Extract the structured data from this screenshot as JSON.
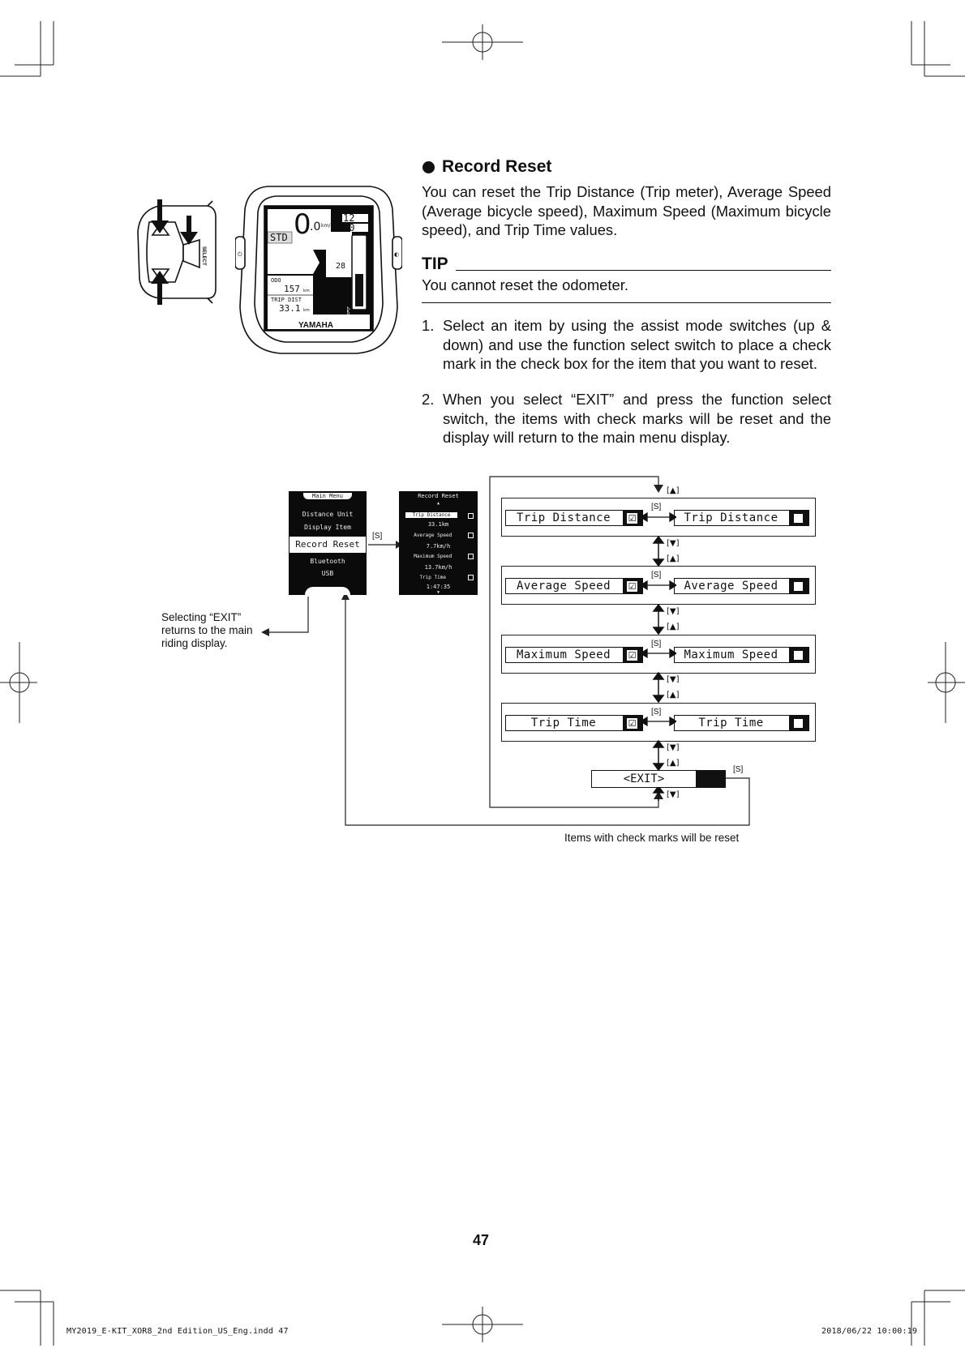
{
  "section": {
    "title": "Record Reset",
    "intro": "You can reset the Trip Distance (Trip meter), Average Speed (Average bicycle speed), Maximum Speed (Maximum bicycle speed), and Trip Time values."
  },
  "tip": {
    "label": "TIP",
    "text": "You cannot reset the odometer."
  },
  "steps": [
    {
      "num": "1.",
      "text": "Select an item by using the assist mode switches (up & down) and use the function select switch to place a check mark in the check box for the item that you want to reset."
    },
    {
      "num": "2.",
      "text": "When you select “EXIT” and press the function select switch, the items with check marks will be reset and the display will return to the main menu display."
    }
  ],
  "device": {
    "speed": "0",
    "speed_decimal": ".0",
    "speed_unit": "km/h",
    "clock_hour": "12",
    "clock_min": "30",
    "mode": "STD",
    "range": "28",
    "odo_label": "ODO",
    "odo_value": "157",
    "odo_unit": "km",
    "trip_label": "TRIP DIST",
    "trip_value": "33.1",
    "trip_unit": "km",
    "brand": "YAMAHA",
    "switch_label": "SELECT"
  },
  "main_menu": {
    "title": "Main Menu",
    "items": [
      "Distance Unit",
      "Display Item",
      "Record Reset",
      "Bluetooth",
      "USB"
    ]
  },
  "record_menu": {
    "title": "Record Reset",
    "rows": [
      "Trip Distance",
      "33.1km",
      "Average Speed",
      "7.7km/h",
      "Maximum Speed",
      "13.7km/h",
      "Trip Time",
      "1:47:35"
    ]
  },
  "flow": {
    "items": [
      "Trip Distance",
      "Average Speed",
      "Maximum Speed",
      "Trip Time"
    ],
    "exit": "<EXIT>",
    "s_label": "[S]",
    "up_label": "[▲]",
    "down_label": "[▼]",
    "check_mark": "☑"
  },
  "notes": {
    "exit_note": "Selecting “EXIT” returns to the main riding display.",
    "reset_note": "Items with check marks will be reset"
  },
  "page_number": "47",
  "slug_left": "MY2019_E-KIT_XOR8_2nd Edition_US_Eng.indd   47",
  "slug_right": "2018/06/22   10:00:19"
}
